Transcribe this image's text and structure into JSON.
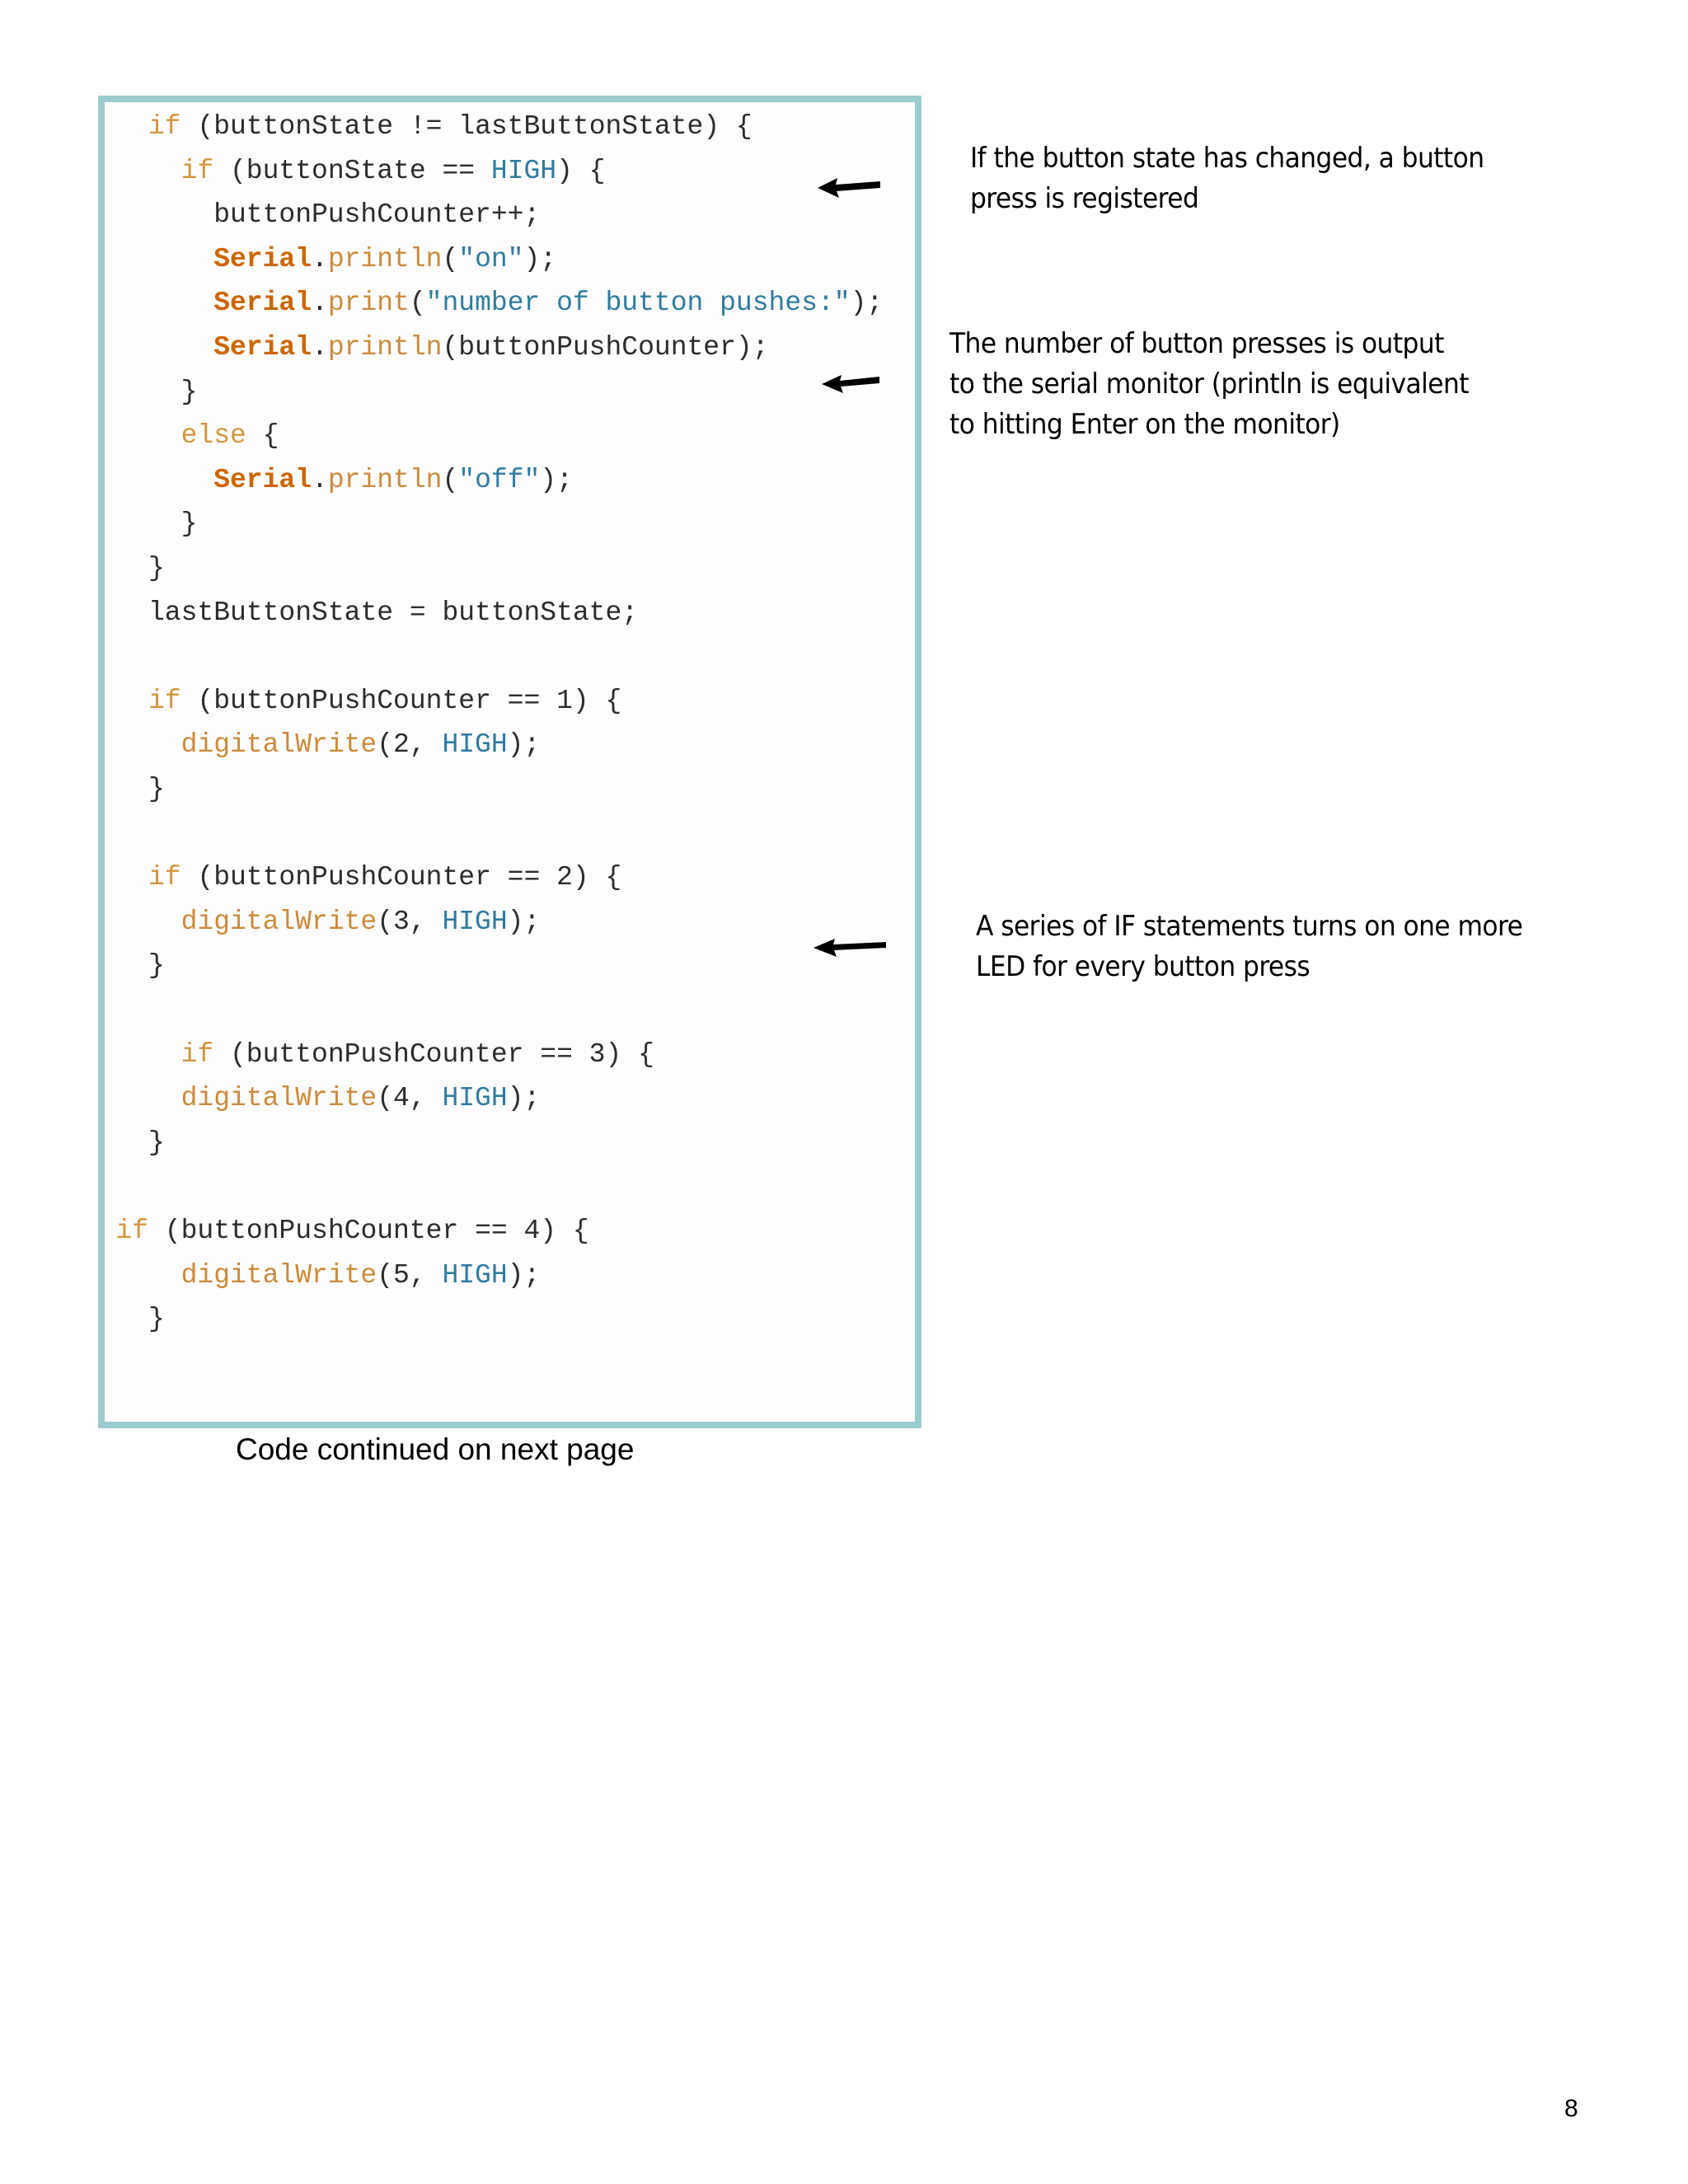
{
  "code": {
    "lines": [
      {
        "indent": 0,
        "tokens": [
          [
            "kw",
            "if"
          ],
          [
            "p",
            " (buttonState != lastButtonState) {"
          ]
        ]
      },
      {
        "indent": 2,
        "tokens": [
          [
            "kw",
            "if"
          ],
          [
            "p",
            " (buttonState == "
          ],
          [
            "const",
            "HIGH"
          ],
          [
            "p",
            ") {"
          ]
        ]
      },
      {
        "indent": 4,
        "tokens": [
          [
            "p",
            "buttonPushCounter++;"
          ]
        ]
      },
      {
        "indent": 4,
        "tokens": [
          [
            "cls",
            "Serial"
          ],
          [
            "p",
            "."
          ],
          [
            "fn",
            "println"
          ],
          [
            "p",
            "("
          ],
          [
            "str",
            "\"on\""
          ],
          [
            "p",
            ");"
          ]
        ]
      },
      {
        "indent": 4,
        "tokens": [
          [
            "cls",
            "Serial"
          ],
          [
            "p",
            "."
          ],
          [
            "fn",
            "print"
          ],
          [
            "p",
            "("
          ],
          [
            "str",
            "\"number of button pushes:\""
          ],
          [
            "p",
            ");"
          ]
        ]
      },
      {
        "indent": 4,
        "tokens": [
          [
            "cls",
            "Serial"
          ],
          [
            "p",
            "."
          ],
          [
            "fn",
            "println"
          ],
          [
            "p",
            "(buttonPushCounter);"
          ]
        ]
      },
      {
        "indent": 2,
        "tokens": [
          [
            "p",
            "}"
          ]
        ]
      },
      {
        "indent": 2,
        "tokens": [
          [
            "kw",
            "else"
          ],
          [
            "p",
            " {"
          ]
        ]
      },
      {
        "indent": 4,
        "tokens": [
          [
            "cls",
            "Serial"
          ],
          [
            "p",
            "."
          ],
          [
            "fn",
            "println"
          ],
          [
            "p",
            "("
          ],
          [
            "str",
            "\"off\""
          ],
          [
            "p",
            ");"
          ]
        ]
      },
      {
        "indent": 2,
        "tokens": [
          [
            "p",
            "}"
          ]
        ]
      },
      {
        "indent": 0,
        "tokens": [
          [
            "p",
            "}"
          ]
        ]
      },
      {
        "indent": 0,
        "tokens": [
          [
            "p",
            "lastButtonState = buttonState;"
          ]
        ]
      },
      {
        "indent": 0,
        "tokens": []
      },
      {
        "indent": 0,
        "tokens": [
          [
            "kw",
            "if"
          ],
          [
            "p",
            " (buttonPushCounter == 1) {"
          ]
        ]
      },
      {
        "indent": 2,
        "tokens": [
          [
            "fn",
            "digitalWrite"
          ],
          [
            "p",
            "(2, "
          ],
          [
            "const",
            "HIGH"
          ],
          [
            "p",
            ");"
          ]
        ]
      },
      {
        "indent": 0,
        "tokens": [
          [
            "p",
            "}"
          ]
        ]
      },
      {
        "indent": 0,
        "tokens": []
      },
      {
        "indent": 0,
        "tokens": [
          [
            "kw",
            "if"
          ],
          [
            "p",
            " (buttonPushCounter == 2) {"
          ]
        ]
      },
      {
        "indent": 2,
        "tokens": [
          [
            "fn",
            "digitalWrite"
          ],
          [
            "p",
            "(3, "
          ],
          [
            "const",
            "HIGH"
          ],
          [
            "p",
            ");"
          ]
        ]
      },
      {
        "indent": 0,
        "tokens": [
          [
            "p",
            "}"
          ]
        ]
      },
      {
        "indent": 0,
        "tokens": []
      },
      {
        "indent": 2,
        "tokens": [
          [
            "kw",
            "if"
          ],
          [
            "p",
            " (buttonPushCounter == 3) {"
          ]
        ]
      },
      {
        "indent": 2,
        "tokens": [
          [
            "fn",
            "digitalWrite"
          ],
          [
            "p",
            "(4, "
          ],
          [
            "const",
            "HIGH"
          ],
          [
            "p",
            ");"
          ]
        ]
      },
      {
        "indent": 0,
        "tokens": [
          [
            "p",
            "}"
          ]
        ]
      },
      {
        "indent": 0,
        "tokens": []
      },
      {
        "indent": -2,
        "tokens": [
          [
            "kw",
            "if"
          ],
          [
            "p",
            " (buttonPushCounter == 4) {"
          ]
        ]
      },
      {
        "indent": 2,
        "tokens": [
          [
            "fn",
            "digitalWrite"
          ],
          [
            "p",
            "(5, "
          ],
          [
            "const",
            "HIGH"
          ],
          [
            "p",
            ");"
          ]
        ]
      },
      {
        "indent": 0,
        "tokens": [
          [
            "p",
            "}"
          ]
        ]
      }
    ]
  },
  "annotations": [
    {
      "lines": [
        "If the button state has changed, a button",
        "press is registered"
      ]
    },
    {
      "lines": [
        "The number of button presses is output",
        "to the serial monitor (println is equivalent",
        "to hitting Enter on the monitor)"
      ]
    },
    {
      "lines": [
        "A series of IF statements turns on one more",
        "LED for every button press"
      ]
    }
  ],
  "caption": "Code continued on next page",
  "page_number": "8",
  "icons": [
    "left-arrow-icon",
    "left-arrow-icon",
    "left-arrow-icon"
  ],
  "colors": {
    "border": "#9BCBCE",
    "keyword": "#D4953C",
    "function": "#CC8A3A",
    "class": "#CC6600",
    "constant": "#2E7BA0",
    "string": "#2E7BA0"
  }
}
